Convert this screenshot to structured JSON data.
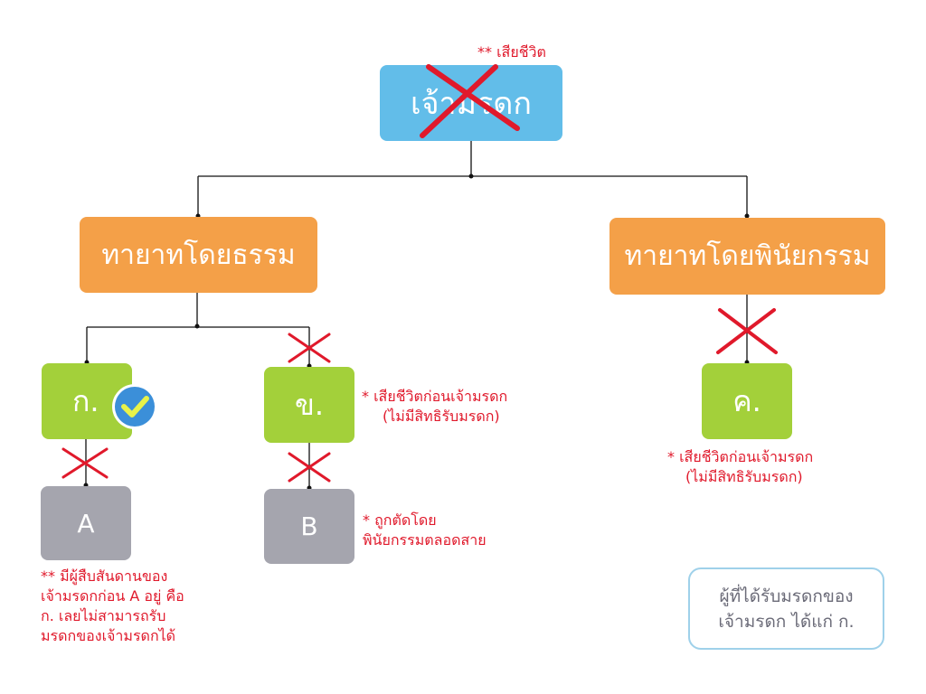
{
  "root": {
    "label": "เจ้ามรดก",
    "note": "** เสียชีวิต"
  },
  "branches": {
    "statutory": {
      "label": "ทายาทโดยธรรม"
    },
    "testamentary": {
      "label": "ทายาทโดยพินัยกรรม"
    }
  },
  "nodes": {
    "ko": {
      "label": "ก."
    },
    "kho": {
      "label": "ข."
    },
    "kho_khwai": {
      "label": "ค."
    },
    "a": {
      "label": "A"
    },
    "b": {
      "label": "B"
    }
  },
  "notes": {
    "kho": [
      "* เสียชีวิตก่อนเจ้ามรดก",
      "(ไม่มีสิทธิรับมรดก)"
    ],
    "kho_khwai": [
      "* เสียชีวิตก่อนเจ้ามรดก",
      "(ไม่มีสิทธิรับมรดก)"
    ],
    "b": [
      "* ถูกตัดโดย",
      "พินัยกรรมตลอดสาย"
    ],
    "a": [
      "** มีผู้สืบสันดานของ",
      "เจ้ามรดกก่อน A อยู่ คือ",
      "ก. เลยไม่สามารถรับ",
      "มรดกของเจ้ามรดกได้"
    ]
  },
  "summary": [
    "ผู้ที่ได้รับมรดกของ",
    "เจ้ามรดก ได้แก่ ก."
  ],
  "colors": {
    "root": "#62bde9",
    "branch": "#f4a048",
    "person": "#a3d03a",
    "descendant": "#a5a5ae",
    "cross": "#e0192b",
    "check": "#3b8fd9",
    "check_mark": "#e8f24a",
    "note": "#e0192b"
  }
}
